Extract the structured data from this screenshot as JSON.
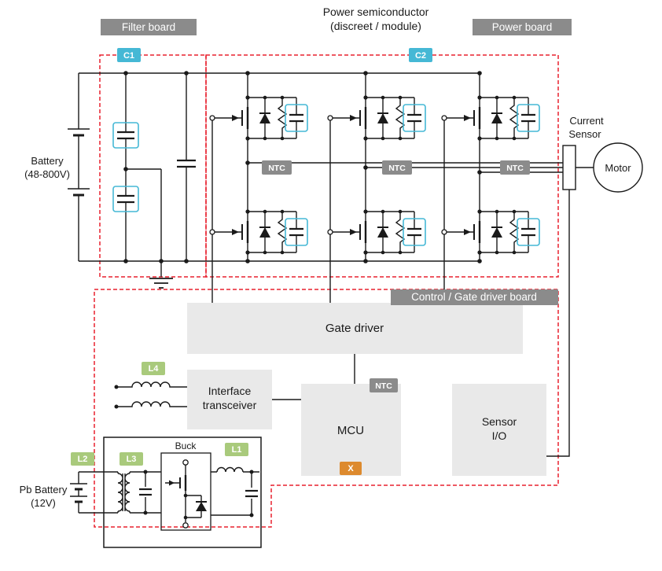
{
  "colors": {
    "dashed_outline": "#e8212e",
    "cyan_accent": "#45b8d5",
    "gray_badge": "#8b8b8b",
    "green_badge": "#a9ca7c",
    "orange_badge": "#dd8a2e",
    "block_fill": "#e9e9e9"
  },
  "header": {
    "filter_board": "Filter board",
    "power_semi_1": "Power semiconductor",
    "power_semi_2": "(discreet / module)",
    "power_board": "Power board"
  },
  "badges": {
    "c1": "C1",
    "c2": "C2",
    "ntc": "NTC",
    "l1": "L1",
    "l2": "L2",
    "l3": "L3",
    "l4": "L4",
    "x": "X",
    "control_board": "Control / Gate driver board"
  },
  "blocks": {
    "gate_driver": "Gate driver",
    "interface_1": "Interface",
    "interface_2": "transceiver",
    "mcu": "MCU",
    "sensor_io_1": "Sensor",
    "sensor_io_2": "I/O",
    "buck": "Buck"
  },
  "labels": {
    "battery_1": "Battery",
    "battery_2": "(48-800V)",
    "pb_battery_1": "Pb Battery",
    "pb_battery_2": "(12V)",
    "current_sensor_1": "Current",
    "current_sensor_2": "Sensor",
    "motor": "Motor"
  }
}
